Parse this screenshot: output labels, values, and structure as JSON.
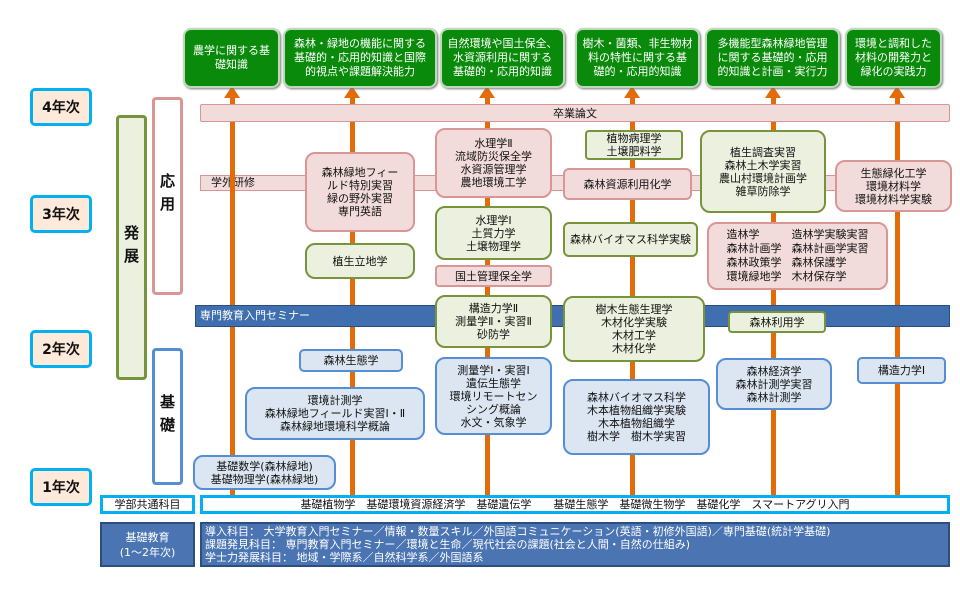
{
  "years": [
    "4年次",
    "3年次",
    "2年次",
    "1年次"
  ],
  "stages": {
    "hatten": "発展",
    "oyo": "応用",
    "kiso": "基礎"
  },
  "goals": [
    "農学に関する基\n礎知識",
    "森林・緑地の機能に関する\n基礎的・応用的知識と国際\n的視点や課題解決能力",
    "自然環境や国土保全、\n水資源利用に関する\n基礎的・応用的知識",
    "樹木・菌類、非生物材\n料の特性に関する基\n礎的・応用的知識",
    "多機能型森林緑地管理\nに関する基礎的・応用\n的知識と計画・実行力",
    "環境と調和した\n材料の開発力と\n緑化の実践力"
  ],
  "bars": {
    "thesis": "卒業論文",
    "external": "学外研修",
    "seminar": "専門教育入門セミナー"
  },
  "courses": {
    "field": "森林緑地フィー\nルド特別実習\n緑の野外実習\n専門英語",
    "shokusei_ricchi": "植生立地学",
    "suiri2": "水理学Ⅱ\n流域防災保全学\n水資源管理学\n農地環境工学",
    "suiri1": "水理学Ⅰ\n土質力学\n土壌物理学",
    "kokudo": "国土管理保全学",
    "byori": "植物病理学\n土壌肥料学",
    "shigen": "森林資源利用化学",
    "biomass_exp": "森林バイオマス科学実験",
    "chosa": "植生調査実習\n森林土木学実習\n農山村環境計画学\n雑草防除学",
    "zorin": [
      "造林学",
      "造林学実験実習",
      "森林計画学",
      "森林計画学実習",
      "森林政策学",
      "森林保護学",
      "環境緑地学",
      "木材保存学"
    ],
    "ryokka": "生態緑化工学\n環境材料学\n環境材料学実験",
    "kozo2": "構造力学Ⅱ\n測量学Ⅱ・実習Ⅱ\n砂防学",
    "jumoku_seiri": "樹木生態生理学\n木材化学実験\n木材工学\n木材化学",
    "riyo": "森林利用学",
    "seitai": "森林生態学",
    "sokuryo1": "測量学Ⅰ・実習Ⅰ\n遺伝生態学\n環境リモートセン\nシング概論\n水文・気象学",
    "keizai": "森林経済学\n森林計測学実習\n森林計測学",
    "kozo1": "構造力学Ⅰ",
    "keisoku": "環境計測学\n森林緑地フィールド実習Ⅰ・Ⅱ\n森林緑地環境科学概論",
    "biomass": "森林バイオマス科学\n木本植物組織学実験\n木本植物組織学\n樹木学　樹木学実習",
    "kiso_math": "基礎数学(森林緑地)\n基礎物理学(森林緑地)"
  },
  "common": {
    "label": "学部共通科目",
    "content": "基礎植物学　基礎環境資源経済学　基礎遺伝学　　基礎生態学　基礎微生物学　基礎化学　スマートアグリ入門"
  },
  "basic": {
    "label": "基礎教育\n(1〜2年次)",
    "lines": [
      "導入科目： 大学教育入門セミナー／情報・数量スキル／外国語コミュニケーション(英語・初修外国語)／専門基礎(統計学基礎)",
      "課題発見科目： 専門教育入門セミナー／環境と生命／現代社会の課題(社会と人間・自然の仕組み)",
      "学士力発展科目： 地域・学際系／自然科学系／外国語系"
    ]
  }
}
